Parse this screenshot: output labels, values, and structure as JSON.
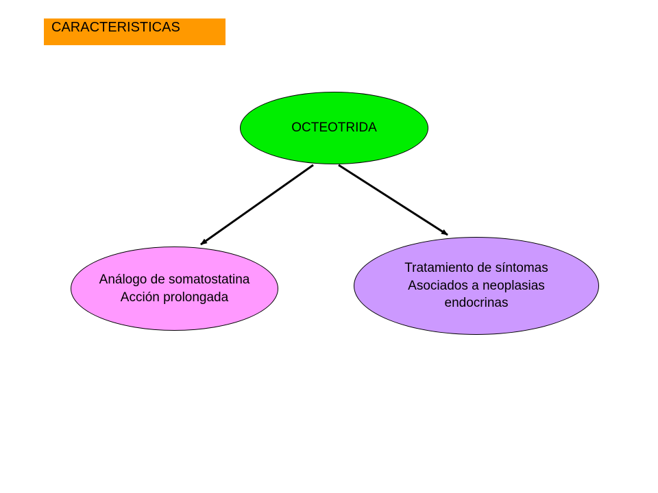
{
  "title": {
    "text": "CARACTERISTICAS",
    "background": "#ff9900"
  },
  "nodes": {
    "center": {
      "text": "OCTEOTRIDA",
      "fill": "#00ee00"
    },
    "left": {
      "lines": [
        "Análogo de somatostatina",
        "Acción prolongada"
      ],
      "fill": "#ff99ff"
    },
    "right": {
      "lines": [
        "Tratamiento de síntomas",
        "Asociados a neoplasias",
        "endocrinas"
      ],
      "fill": "#cc99ff"
    }
  },
  "edges": [
    {
      "from": "center",
      "to": "left"
    },
    {
      "from": "center",
      "to": "right"
    }
  ]
}
